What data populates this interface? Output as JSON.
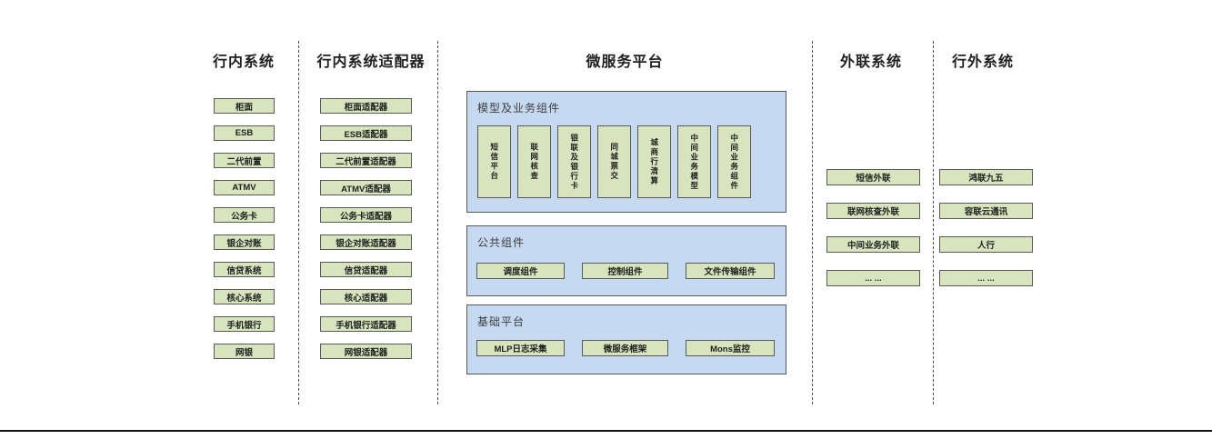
{
  "side_columns": [
    {
      "title": "行内系统",
      "items": [
        "柜面",
        "ESB",
        "二代前置",
        "ATMV",
        "公务卡",
        "银企对账",
        "信贷系统",
        "核心系统",
        "手机银行",
        "网银"
      ]
    },
    {
      "title": "行内系统适配器",
      "items": [
        "柜面适配器",
        "ESB适配器",
        "二代前置适配器",
        "ATMV适配器",
        "公务卡适配器",
        "银企对账适配器",
        "信贷适配器",
        "核心适配器",
        "手机银行适配器",
        "网银适配器"
      ]
    },
    {
      "title": "外联系统",
      "items": [
        "短信外联",
        "联网核查外联",
        "中间业务外联",
        "... ..."
      ]
    },
    {
      "title": "行外系统",
      "items": [
        "鸿联九五",
        "容联云通讯",
        "人行",
        "... ..."
      ]
    }
  ],
  "platform": {
    "title": "微服务平台",
    "groups": [
      {
        "label": "模型及业务组件",
        "items": [
          "短信平台",
          "联网核查",
          "银联及银行卡",
          "同城票交",
          "城商行清算",
          "中间业务模型",
          "中间业务组件"
        ]
      },
      {
        "label": "公共组件",
        "items": [
          "调度组件",
          "控制组件",
          "文件传输组件"
        ]
      },
      {
        "label": "基础平台",
        "items": [
          "MLP日志采集",
          "微服务框架",
          "Mons监控"
        ]
      }
    ]
  },
  "colors": {
    "box_fill": "#d7e4bd",
    "box_border": "#595959",
    "panel_fill": "#c5d9f1",
    "panel_border": "#595959",
    "separator": "#4d4d4d",
    "bottom_rule": "#111111"
  }
}
